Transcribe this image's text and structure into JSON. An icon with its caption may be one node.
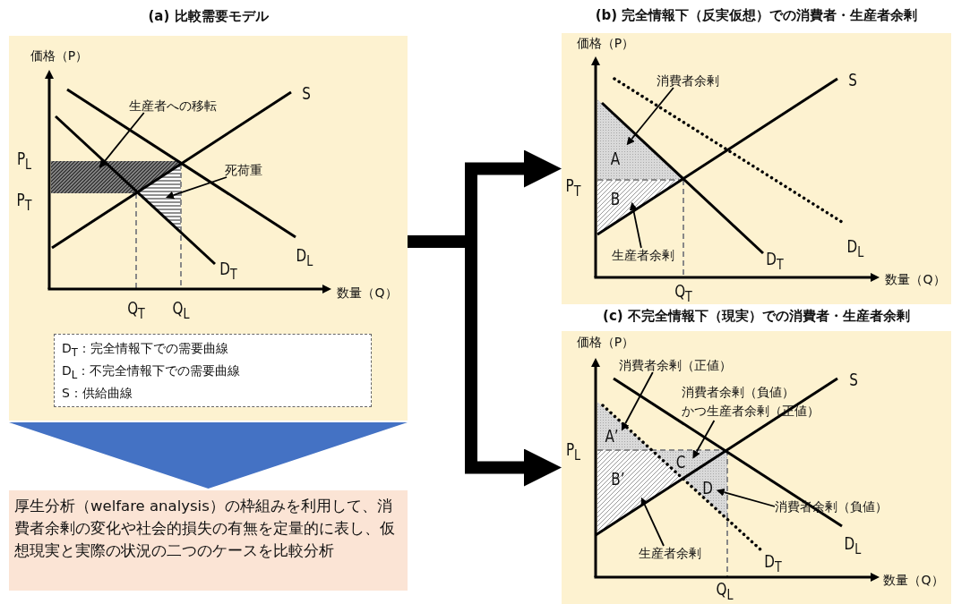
{
  "diagram": {
    "nodes": [
      {
        "text": [
          "(a) 比較需要モデル"
        ]
      },
      {
        "text": [
          "生産者への移転"
        ],
        "in": 0
      },
      {
        "text": [
          "死荷重"
        ],
        "in": 0
      },
      {
        "text": [],
        "shape": "box",
        "in": 0
      },
      {
        "text": [],
        "shape": "triangle",
        "in": 0
      },
      {
        "text": [
          "D$_{T}$：完全情報下での需要曲線",
          "D$_{L}$：不完全情報下での需要曲線",
          "S：供給曲線"
        ],
        "in": 0
      },
      {
        "text": [
          "厚生分析（welfare analysis）の枠組みを利用して、消費者余剰の変化や社会的損失の有無を定量的に表し、仮想現実と実際の状況の二つのケースを比較分析"
        ]
      },
      {
        "text": [
          "(b) 完全情報下（反実仮想）での消費者・生産者余剰"
        ]
      },
      {
        "text": [
          "消費者余剰"
        ],
        "in": 7
      },
      {
        "text": [
          "A"
        ],
        "in": 7
      },
      {
        "text": [
          "B"
        ],
        "in": 7
      },
      {
        "text": [
          "生産者余剰"
        ],
        "in": 7
      },
      {
        "text": [
          "(c) 不完全情報下（現実）での消費者・生産者余剰"
        ]
      },
      {
        "text": [
          "消費者余剰（正値）"
        ],
        "in": 12
      },
      {
        "text": [
          "消費者余剰（負値）かつ生産者余剰（正値）"
        ],
        "in": 12
      },
      {
        "text": [
          "A’"
        ],
        "in": 12
      },
      {
        "text": [
          "C"
        ],
        "in": 12
      },
      {
        "text": [
          "B’"
        ],
        "in": 12
      },
      {
        "text": [
          "D"
        ],
        "in": 12
      },
      {
        "text": [
          "消費者余剰（負値）"
        ],
        "in": 12
      },
      {
        "text": [
          "生産者余剰"
        ],
        "in": 12
      }
    ],
    "edges": [
      {
        "from": 0,
        "to": 6,
        "arrow": "to",
        "color": "#4472c4"
      },
      {
        "from": 0,
        "to": 7,
        "arrow": "to",
        "style": "thick"
      },
      {
        "from": 0,
        "to": 12,
        "arrow": "to",
        "style": "thick"
      },
      {
        "from": 1,
        "to": 3,
        "arrow": "to"
      },
      {
        "from": 2,
        "to": 4,
        "arrow": "to"
      },
      {
        "from": 8,
        "to": 9,
        "arrow": "to"
      },
      {
        "from": 11,
        "to": 10,
        "arrow": "to"
      },
      {
        "from": 13,
        "to": 15,
        "arrow": "to"
      },
      {
        "from": 14,
        "to": 16,
        "arrow": "to"
      },
      {
        "from": 19,
        "to": 18,
        "arrow": "to"
      },
      {
        "from": 20,
        "to": 17,
        "arrow": "to"
      }
    ],
    "labels": [
      "価格（P）",
      "S",
      "P$_{L}$",
      "P$_{T}$",
      "D$_{L}$",
      "D$_{T}$",
      "数量（Q）",
      "Q$_{T}$",
      "Q$_{L}$",
      "価格（P）",
      "S",
      "P$_{T}$",
      "D$_{L}$",
      "D$_{T}$",
      "数量（Q）",
      "Q$_{T}$",
      "価格（P）",
      "S",
      "P$_{L}$",
      "D$_{L}$",
      "D$_{T}$",
      "数量（Q）",
      "Q$_{L}$"
    ]
  }
}
